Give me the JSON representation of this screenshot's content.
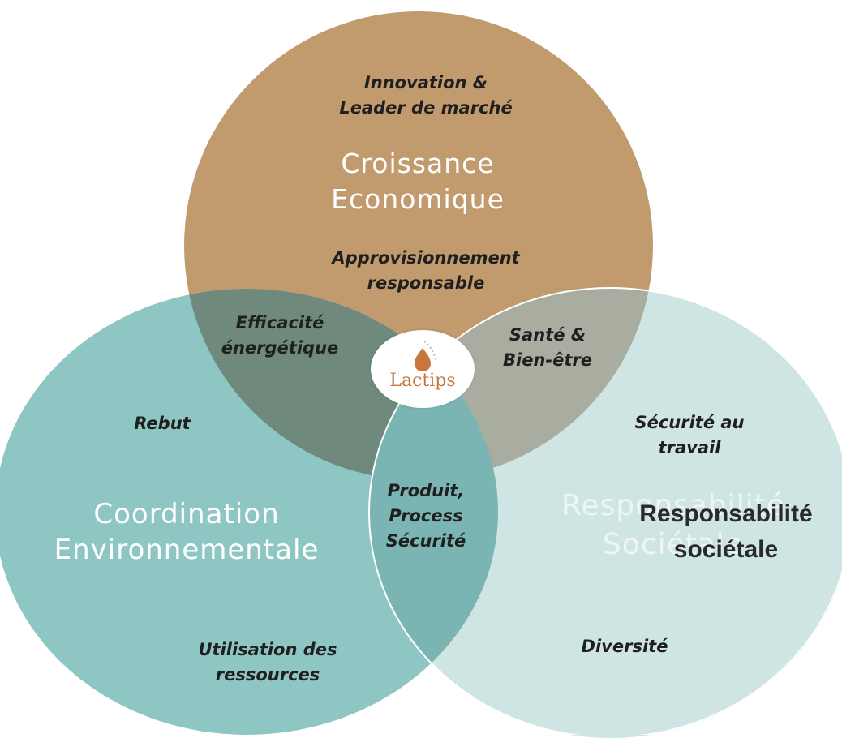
{
  "colors": {
    "economic": "#c19a6e",
    "environmental": "#8ec6c4",
    "societal": "#cbe3e2",
    "overlap_econ_env": "#6f8a7c",
    "overlap_econ_soc": "#a9ada0",
    "overlap_env_soc": "#7ab5b3",
    "logo_accent": "#c8773c"
  },
  "logo": {
    "word": "Lactips",
    "icon": "drop-leaf-icon"
  },
  "economic": {
    "title_line1": "Croissance",
    "title_line2": "Economique",
    "top_line1": "Innovation &",
    "top_line2": "Leader de marché",
    "bottom_line1": "Approvisionnement",
    "bottom_line2": "responsable"
  },
  "environmental": {
    "title_line1": "Coordination",
    "title_line2": "Environnementale",
    "item_rebut": "Rebut",
    "item_ressources_line1": "Utilisation des",
    "item_ressources_line2": "ressources"
  },
  "societal": {
    "ghost_line1": "Responsabilité",
    "ghost_line2": "Sociétale",
    "overlay_line1": "Responsabilité",
    "overlay_line2": "sociétale",
    "item_securite_line1": "Sécurité au",
    "item_securite_line2": "travail",
    "item_diversite": "Diversité"
  },
  "overlaps": {
    "econ_env_line1": "Efficacité",
    "econ_env_line2": "énergétique",
    "econ_soc_line1": "Santé &",
    "econ_soc_line2": "Bien-être",
    "env_soc_line1": "Produit,",
    "env_soc_line2": "Process",
    "env_soc_line3": "Sécurité"
  }
}
